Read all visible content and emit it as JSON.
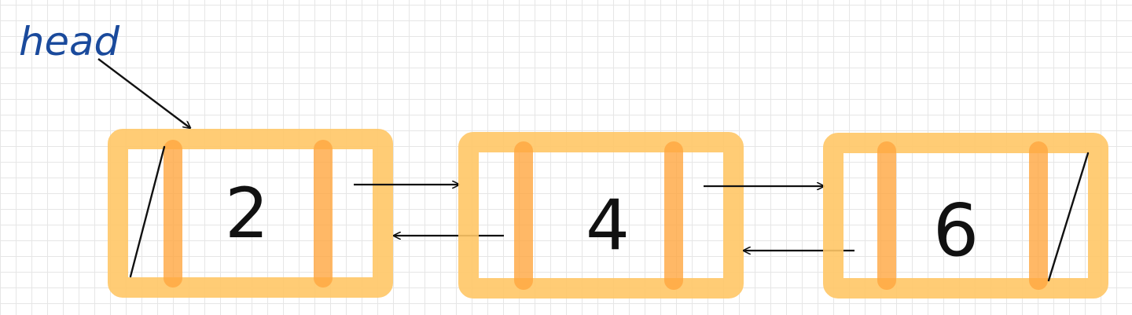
{
  "diagram": {
    "head_label": "head",
    "nodes": [
      {
        "value": "2",
        "prev_null": true,
        "next_null": false
      },
      {
        "value": "4",
        "prev_null": false,
        "next_null": false
      },
      {
        "value": "6",
        "prev_null": false,
        "next_null": true
      }
    ],
    "colors": {
      "node_fill": "#ffc766",
      "divider": "#ffa640",
      "label_blue": "#1a4a9c",
      "ink": "#111111"
    }
  }
}
